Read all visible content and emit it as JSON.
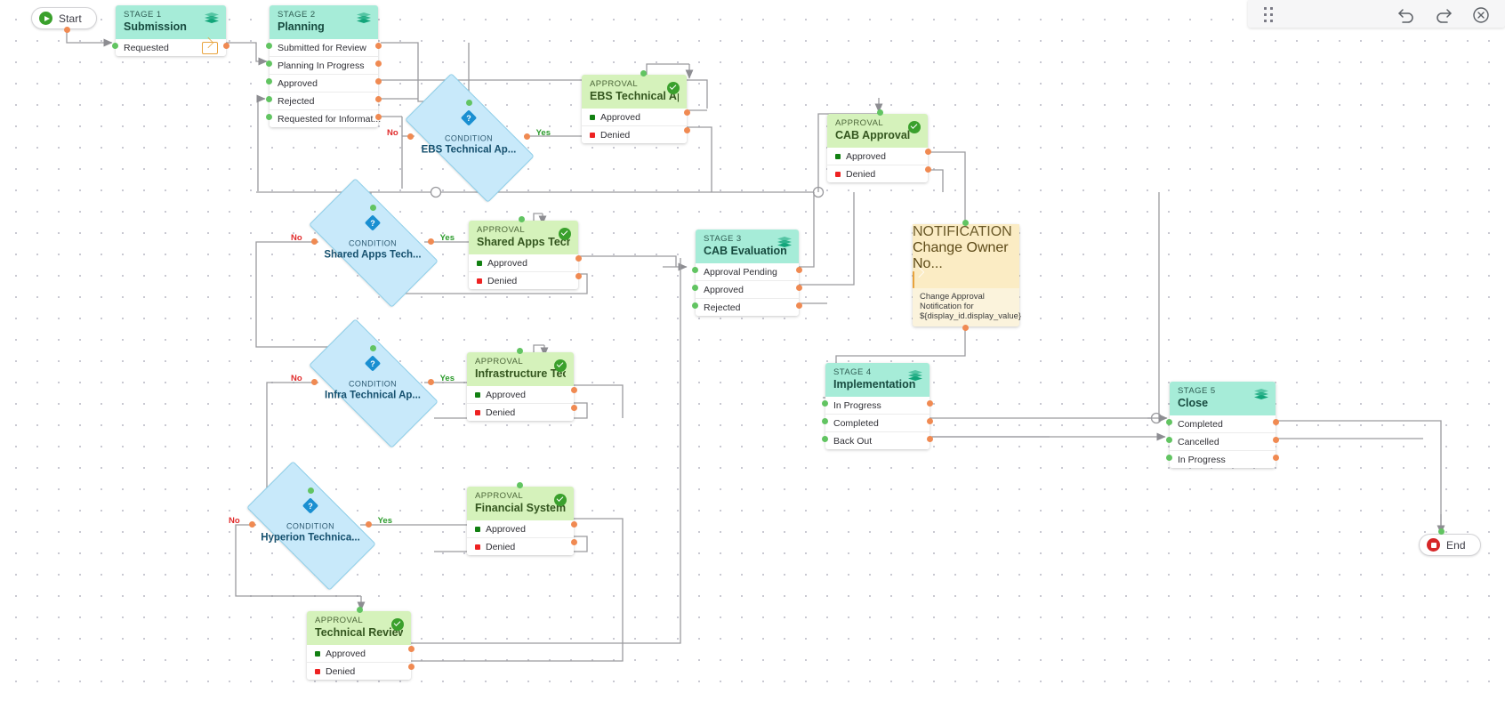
{
  "toolbar": {
    "drag_handle_icon": "grip-dots-icon",
    "undo_icon": "undo-arrow-icon",
    "redo_icon": "redo-arrow-icon",
    "close_icon": "close-circle-icon"
  },
  "colors": {
    "stage_header": "#a6ecd8",
    "approval_header": "#d5f2bb",
    "notification_bg": "#fbecc4",
    "condition_fill": "#c8e9fa",
    "port_in": "#62c462",
    "port_out": "#f08a52",
    "edge": "#9a9a9e",
    "yes": "#2b9b2b",
    "no": "#e02b2b",
    "approved_swatch": "#128012",
    "denied_swatch": "#ee2222"
  },
  "terminals": {
    "start": {
      "label": "Start",
      "icon": "play-circle-icon"
    },
    "end": {
      "label": "End",
      "icon": "stop-circle-icon"
    }
  },
  "labels": {
    "yes": "Yes",
    "no": "No"
  },
  "nodes": [
    {
      "id": "stage1",
      "type": "stage",
      "kind": "STAGE 1",
      "title": "Submission",
      "header_icon": "layers-icon",
      "rows": [
        {
          "label": "Requested",
          "icon": "envelope-icon"
        }
      ]
    },
    {
      "id": "stage2",
      "type": "stage",
      "kind": "STAGE 2",
      "title": "Planning",
      "header_icon": "layers-icon",
      "rows": [
        {
          "label": "Submitted for Review"
        },
        {
          "label": "Planning In Progress"
        },
        {
          "label": "Approved"
        },
        {
          "label": "Rejected"
        },
        {
          "label": "Requested for Informat..."
        }
      ]
    },
    {
      "id": "cond_ebs",
      "type": "condition",
      "kind": "CONDITION",
      "title": "EBS Technical Ap...",
      "icon": "question-diamond-icon"
    },
    {
      "id": "appr_ebs",
      "type": "approval",
      "kind": "APPROVAL",
      "title": "EBS Technical Ap...",
      "header_icon": "check-circle-icon",
      "rows": [
        {
          "label": "Approved",
          "swatch": "approved"
        },
        {
          "label": "Denied",
          "swatch": "denied"
        }
      ]
    },
    {
      "id": "appr_cab",
      "type": "approval",
      "kind": "APPROVAL",
      "title": "CAB Approval",
      "header_icon": "check-circle-icon",
      "rows": [
        {
          "label": "Approved",
          "swatch": "approved"
        },
        {
          "label": "Denied",
          "swatch": "denied"
        }
      ]
    },
    {
      "id": "notif_owner",
      "type": "notification",
      "kind": "NOTIFICATION",
      "title": "Change Owner No...",
      "header_icon": "envelope-icon",
      "body": "Change Approval Notification for ${display_id.display_value}"
    },
    {
      "id": "cond_shared",
      "type": "condition",
      "kind": "CONDITION",
      "title": "Shared Apps Tech...",
      "icon": "question-diamond-icon"
    },
    {
      "id": "appr_shared",
      "type": "approval",
      "kind": "APPROVAL",
      "title": "Shared Apps Tech...",
      "header_icon": "check-circle-icon",
      "rows": [
        {
          "label": "Approved",
          "swatch": "approved"
        },
        {
          "label": "Denied",
          "swatch": "denied"
        }
      ]
    },
    {
      "id": "stage3",
      "type": "stage",
      "kind": "STAGE 3",
      "title": "CAB Evaluation",
      "header_icon": "layers-icon",
      "rows": [
        {
          "label": "Approval Pending"
        },
        {
          "label": "Approved"
        },
        {
          "label": "Rejected"
        }
      ]
    },
    {
      "id": "cond_infra",
      "type": "condition",
      "kind": "CONDITION",
      "title": "Infra Technical Ap...",
      "icon": "question-diamond-icon"
    },
    {
      "id": "appr_infra",
      "type": "approval",
      "kind": "APPROVAL",
      "title": "Infrastructure Tec...",
      "header_icon": "check-circle-icon",
      "rows": [
        {
          "label": "Approved",
          "swatch": "approved"
        },
        {
          "label": "Denied",
          "swatch": "denied"
        }
      ]
    },
    {
      "id": "stage4",
      "type": "stage",
      "kind": "STAGE 4",
      "title": "Implementation",
      "header_icon": "layers-icon",
      "rows": [
        {
          "label": "In Progress"
        },
        {
          "label": "Completed"
        },
        {
          "label": "Back Out"
        }
      ]
    },
    {
      "id": "stage5",
      "type": "stage",
      "kind": "STAGE 5",
      "title": "Close",
      "header_icon": "layers-icon",
      "rows": [
        {
          "label": "Completed"
        },
        {
          "label": "Cancelled"
        },
        {
          "label": "In Progress"
        }
      ]
    },
    {
      "id": "cond_hyperion",
      "type": "condition",
      "kind": "CONDITION",
      "title": "Hyperion Technica...",
      "icon": "question-diamond-icon"
    },
    {
      "id": "appr_financial",
      "type": "approval",
      "kind": "APPROVAL",
      "title": "Financial System ...",
      "header_icon": "check-circle-icon",
      "rows": [
        {
          "label": "Approved",
          "swatch": "approved"
        },
        {
          "label": "Denied",
          "swatch": "denied"
        }
      ]
    },
    {
      "id": "appr_techreview",
      "type": "approval",
      "kind": "APPROVAL",
      "title": "Technical Review ...",
      "header_icon": "check-circle-icon",
      "rows": [
        {
          "label": "Approved",
          "swatch": "approved"
        },
        {
          "label": "Denied",
          "swatch": "denied"
        }
      ]
    }
  ]
}
